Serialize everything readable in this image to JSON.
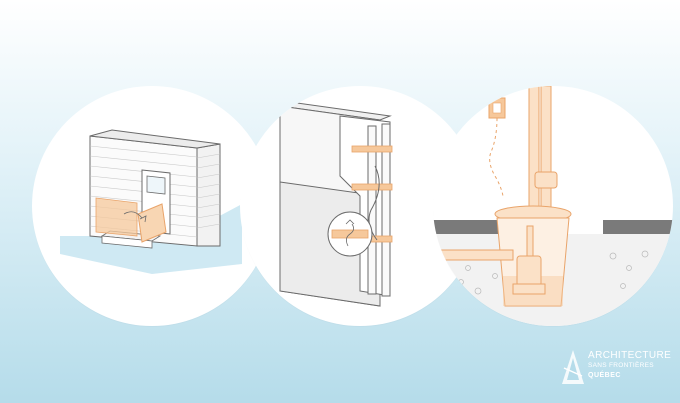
{
  "scene": {
    "panels": [
      {
        "name": "flood-barrier-illustration"
      },
      {
        "name": "wall-cross-section-illustration"
      },
      {
        "name": "sump-pump-illustration"
      }
    ]
  },
  "logo": {
    "line1": "ARCHITECTURE",
    "line2": "SANS FRONTIÈRES",
    "line3": "QUÉBEC"
  },
  "colors": {
    "accent": "#f6c89b",
    "accent_stroke": "#e9a46a",
    "line": "#6b6b6b",
    "water": "#cfe9f3",
    "background_top": "#ffffff",
    "background_bottom": "#b5dcea"
  },
  "icons": [
    "brick-wall-icon",
    "door-icon",
    "drywall-icon",
    "power-outlet-icon",
    "sump-pump-icon",
    "pipe-icon",
    "architecture-logo-icon"
  ]
}
